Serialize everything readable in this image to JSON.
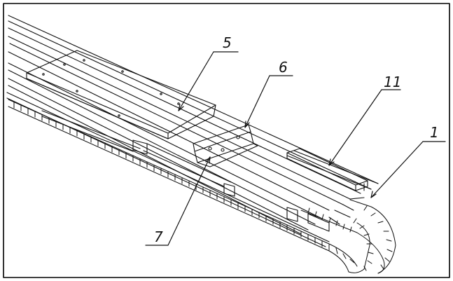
{
  "drawing": {
    "callouts": [
      {
        "id": "5",
        "text": "5"
      },
      {
        "id": "6",
        "text": "6"
      },
      {
        "id": "11",
        "text": "11"
      },
      {
        "id": "1",
        "text": "1"
      },
      {
        "id": "7",
        "text": "7"
      }
    ]
  },
  "colors": {
    "line": "#111111",
    "frame": "#000000",
    "background": "#ffffff"
  }
}
